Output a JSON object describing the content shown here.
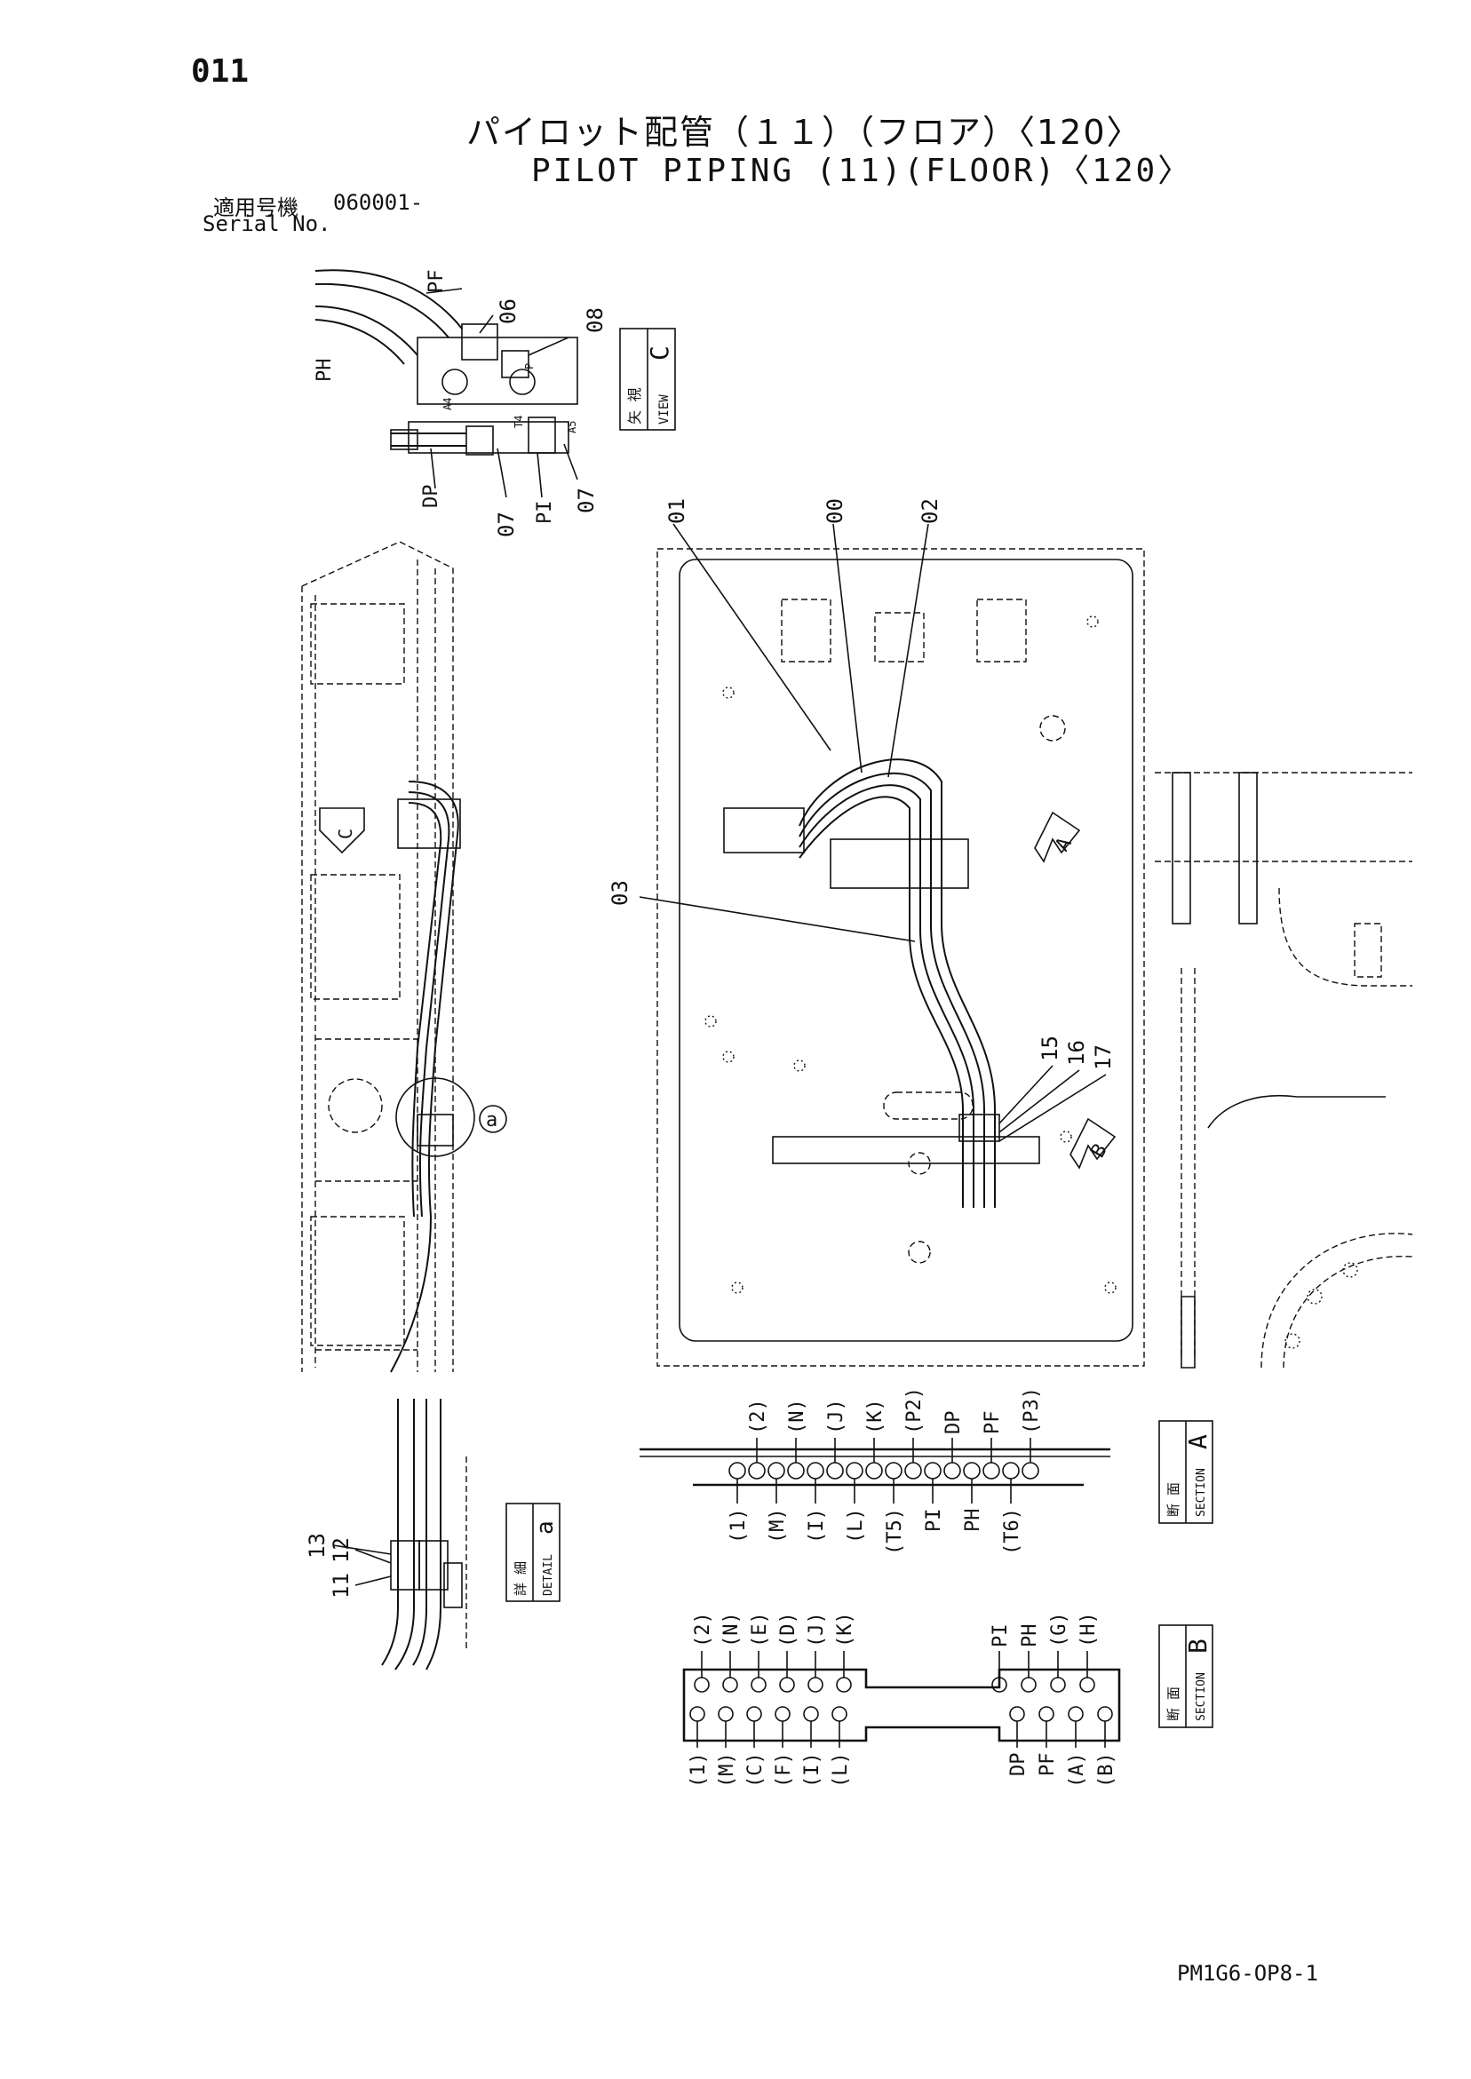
{
  "header": {
    "page_number": "011",
    "title_jp": "パイロット配管（１１）（フロア）〈120〉",
    "title_en": "PILOT PIPING (11)(FLOOR)〈120〉",
    "serial_label_jp": "適用号機",
    "serial_value": "060001-",
    "serial_label_en": "Serial No."
  },
  "view_labels": {
    "view_c": {
      "jp": "矢 視",
      "en": "VIEW",
      "letter": "C"
    },
    "detail_a": {
      "jp": "詳 細",
      "en": "DETAIL",
      "letter": "a"
    },
    "section_a": {
      "jp": "断 面",
      "en": "SECTION",
      "letter": "A"
    },
    "section_b": {
      "jp": "断 面",
      "en": "SECTION",
      "letter": "B"
    },
    "arrow_c": "C",
    "arrow_a": "A",
    "arrow_b": "B",
    "circle_a": "a"
  },
  "view_c_callouts": {
    "pf": "PF",
    "ph": "PH",
    "dp": "DP",
    "pi": "PI",
    "n06": "06",
    "n08": "08",
    "n07a": "07",
    "n07b": "07",
    "a4": "A4",
    "a5": "A5",
    "t4": "T4",
    "p": "P"
  },
  "main_callouts": {
    "n01": "01",
    "n00": "00",
    "n02": "02",
    "n03": "03",
    "n15": "15",
    "n16": "16",
    "n17": "17"
  },
  "detail_callouts": {
    "n13": "13",
    "n12": "12",
    "n11": "11"
  },
  "section_a_ports": {
    "top": [
      "(2)",
      "(N)",
      "(J)",
      "(K)",
      "(P2)",
      "DP",
      "PF",
      "(P3)"
    ],
    "bottom": [
      "(1)",
      "(M)",
      "(I)",
      "(L)",
      "(T5)",
      "PI",
      "PH",
      "(T6)"
    ]
  },
  "section_b_ports": {
    "left_top": [
      "(2)",
      "(N)",
      "(E)",
      "(D)",
      "(J)",
      "(K)"
    ],
    "left_bottom": [
      "(1)",
      "(M)",
      "(C)",
      "(F)",
      "(I)",
      "(L)"
    ],
    "right_top": [
      "PI",
      "PH",
      "(G)",
      "(H)"
    ],
    "right_bottom": [
      "DP",
      "PF",
      "(A)",
      "(B)"
    ]
  },
  "footer": {
    "doc_code": "PM1G6-OP8-1"
  }
}
